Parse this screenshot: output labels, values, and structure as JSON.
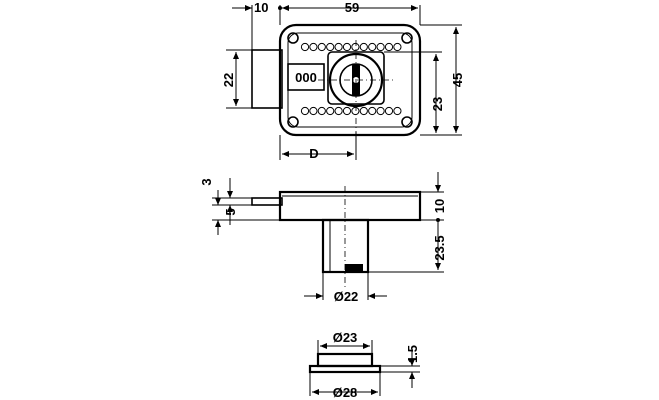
{
  "top_view": {
    "dim_10": "10",
    "dim_59": "59",
    "dim_22": "22",
    "dim_45": "45",
    "dim_23": "23",
    "dim_D": "D",
    "wheel_digits": "000"
  },
  "side_view": {
    "dim_3": "3",
    "dim_5": "5",
    "dim_10": "10",
    "dim_23_5": "23.5",
    "dim_d22": "Ø22"
  },
  "rosette": {
    "dim_d23": "Ø23",
    "dim_1_5": "1.5",
    "dim_d28": "Ø28"
  }
}
